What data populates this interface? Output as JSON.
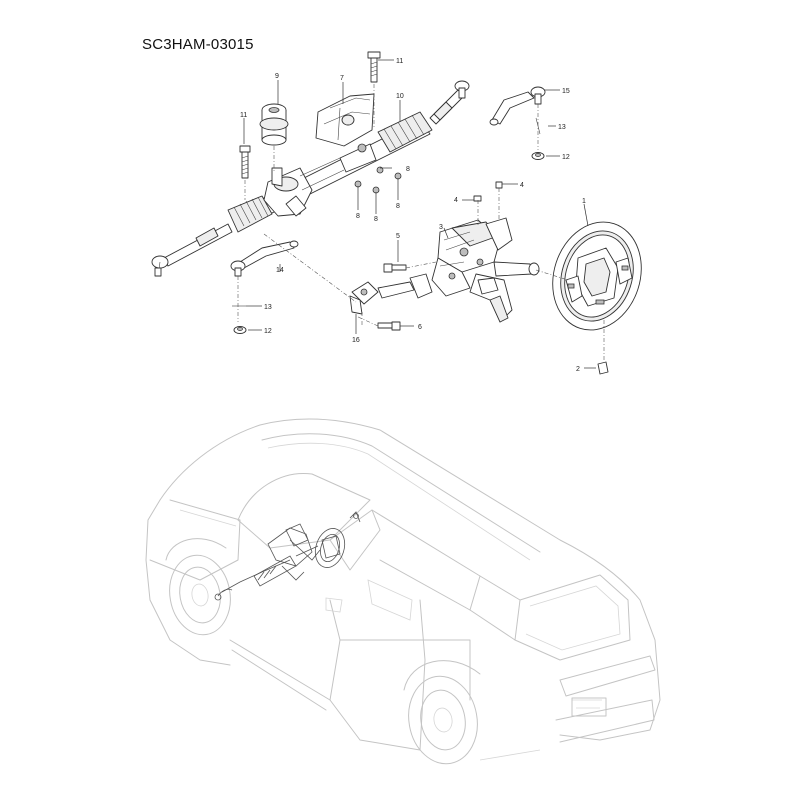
{
  "diagram": {
    "title": "SC3HAM-03015",
    "callouts": [
      "1",
      "2",
      "3",
      "4",
      "4",
      "5",
      "6",
      "7",
      "8",
      "8",
      "8",
      "8",
      "9",
      "10",
      "11",
      "11",
      "12",
      "12",
      "13",
      "13",
      "14",
      "15",
      "16"
    ]
  }
}
